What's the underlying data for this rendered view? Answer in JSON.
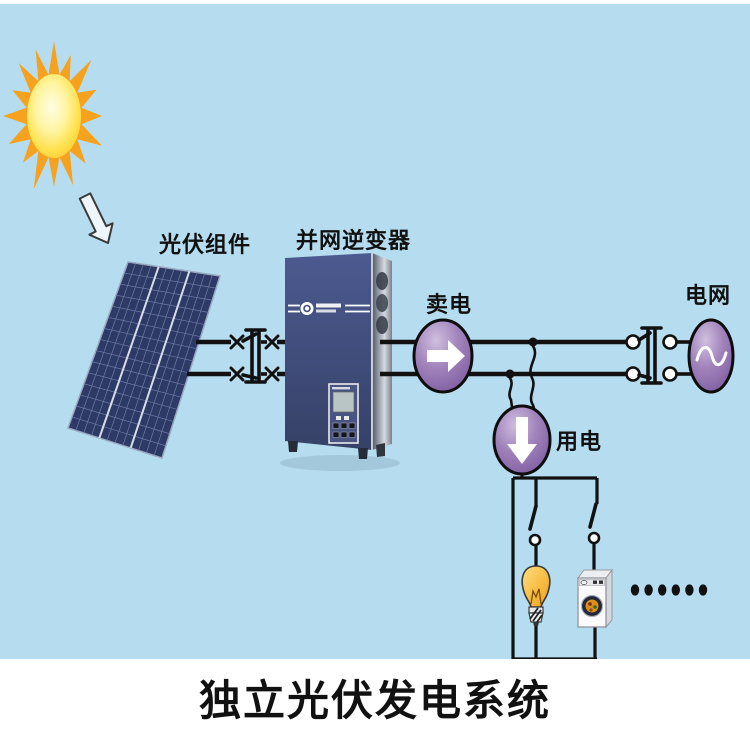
{
  "title": "独立光伏发电系统",
  "labels": {
    "pv_module": "光伏组件",
    "inverter": "并网逆变器",
    "sell_power": "卖电",
    "use_power": "用电",
    "grid": "电网"
  },
  "ellipsis_dot_count": 6,
  "colors": {
    "canvas": "#ffffff",
    "sky": "#b6ddef",
    "sun_orange": "#f6a21e",
    "sun_core": "#ffe95e",
    "panel_navy": "#2e3a66",
    "inverter_navy": "#3f4c7d",
    "meter_purple": "#8f6fae",
    "wire": "#111111",
    "text": "#111111"
  }
}
